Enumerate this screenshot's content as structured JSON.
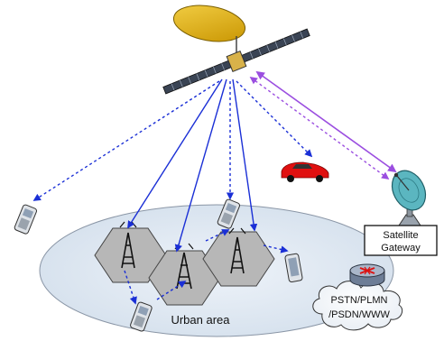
{
  "labels": {
    "urban_area": "Urban area",
    "gateway_line1": "Satellite",
    "gateway_line2": "Gateway",
    "network_line1": "PSTN/PLMN",
    "network_line2": "/PSDN/WWW"
  },
  "icons": {
    "satellite": "satellite-icon",
    "dish": "satellite-dish-icon",
    "router": "router-icon",
    "car": "car-icon",
    "phone": "mobile-phone-icon",
    "tower": "cell-tower-icon"
  },
  "colors": {
    "user_link": "#1a2fd6",
    "feeder_link": "#9b4ee0",
    "urban_fill": "#dfe8f2",
    "cell_fill": "#b8b8b8",
    "reflector": "#e8b820",
    "car": "#e01010"
  }
}
